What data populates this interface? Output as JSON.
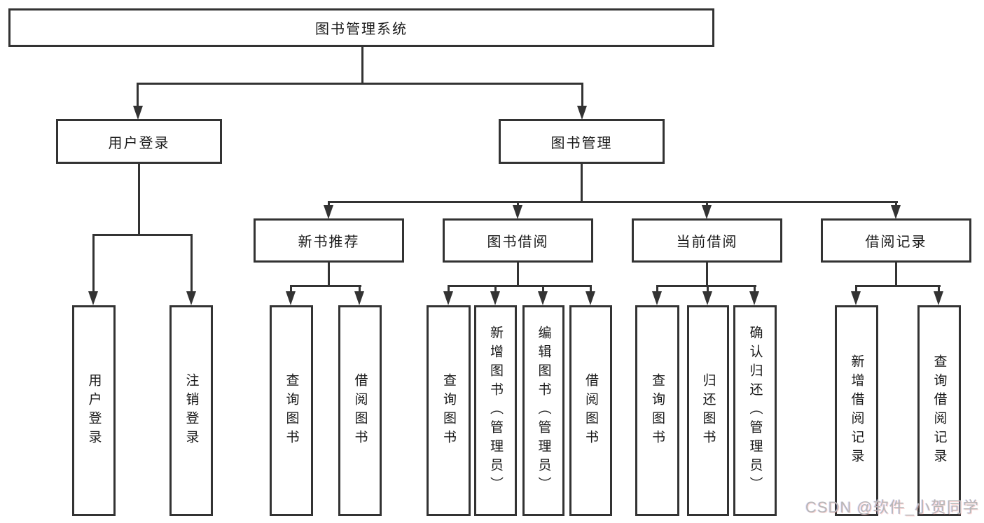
{
  "tree": {
    "label": "图书管理系统",
    "children": [
      {
        "label": "用户登录",
        "children": [
          {
            "label": "用户登录"
          },
          {
            "label": "注销登录"
          }
        ]
      },
      {
        "label": "图书管理",
        "children": [
          {
            "label": "新书推荐",
            "children": [
              {
                "label": "查询图书"
              },
              {
                "label": "借阅图书"
              }
            ]
          },
          {
            "label": "图书借阅",
            "children": [
              {
                "label": "查询图书"
              },
              {
                "label": "新增图书（管理员）"
              },
              {
                "label": "编辑图书（管理员）"
              },
              {
                "label": "借阅图书"
              }
            ]
          },
          {
            "label": "当前借阅",
            "children": [
              {
                "label": "查询图书"
              },
              {
                "label": "归还图书"
              },
              {
                "label": "确认归还（管理员）"
              }
            ]
          },
          {
            "label": "借阅记录",
            "children": [
              {
                "label": "新增借阅记录"
              },
              {
                "label": "查询借阅记录"
              }
            ]
          }
        ]
      }
    ]
  },
  "watermark": {
    "text": "CSDN @软件_小贺同学"
  },
  "colors": {
    "line": "#333333",
    "background": "#ffffff",
    "watermark_text": "#b7b7b7"
  }
}
